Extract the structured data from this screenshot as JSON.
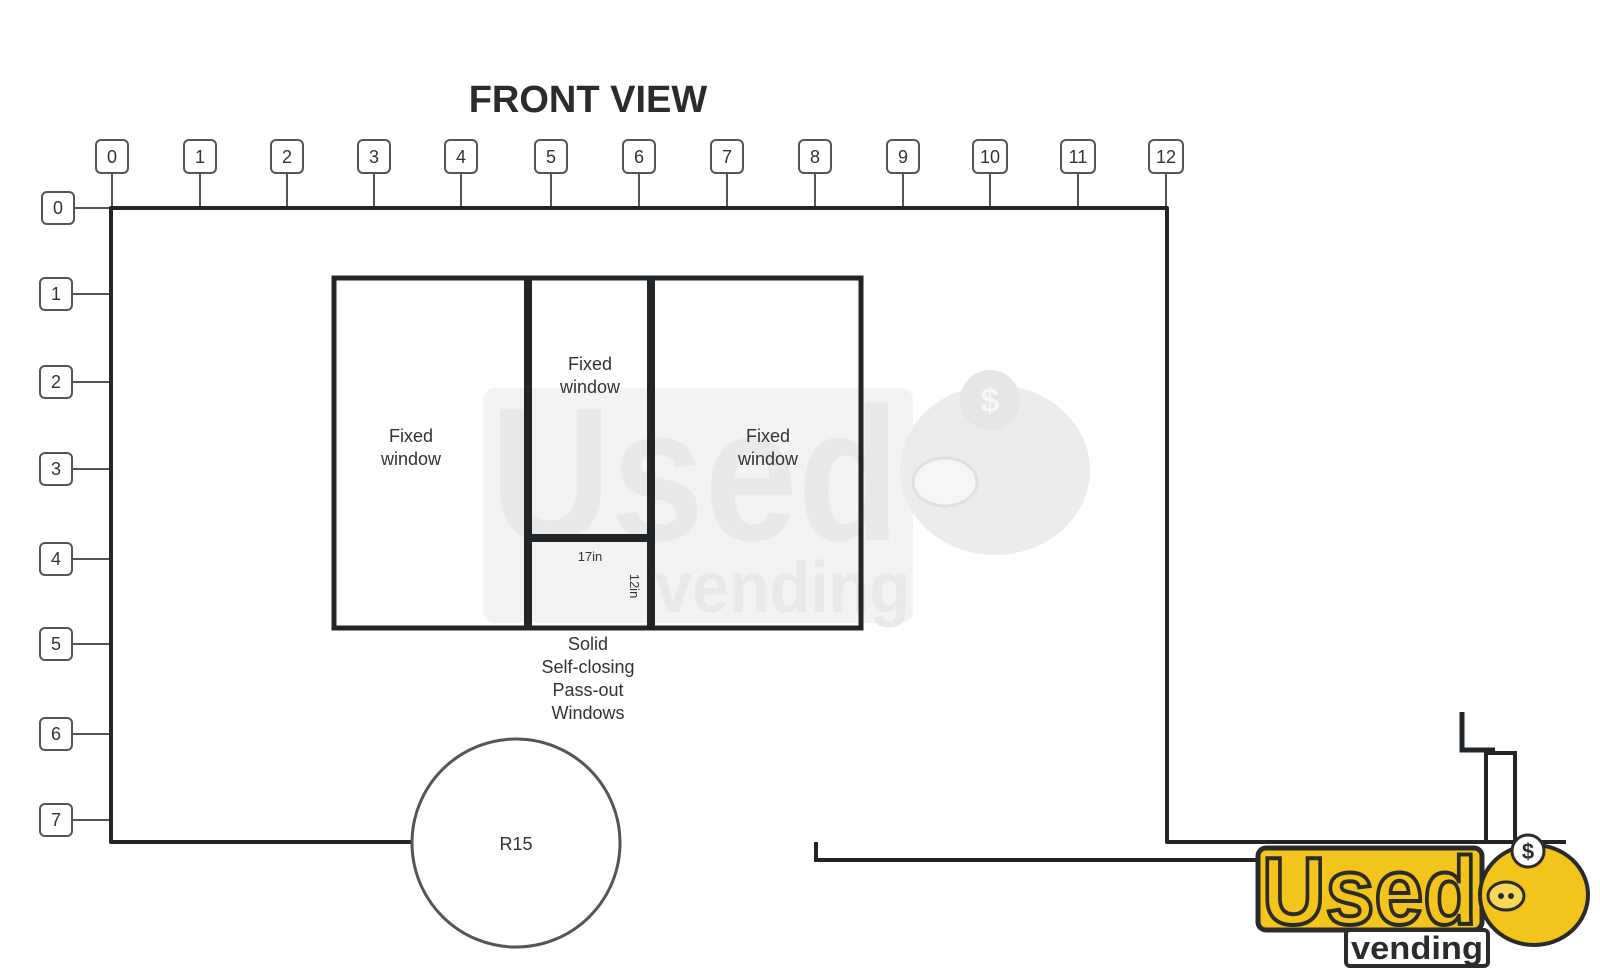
{
  "title": "FRONT VIEW",
  "ruler": {
    "top": [
      "0",
      "1",
      "2",
      "3",
      "4",
      "5",
      "6",
      "7",
      "8",
      "9",
      "10",
      "11",
      "12"
    ],
    "left": [
      "0",
      "1",
      "2",
      "3",
      "4",
      "5",
      "6",
      "7"
    ]
  },
  "windows": {
    "left": {
      "line1": "Fixed",
      "line2": "window"
    },
    "center_top": {
      "line1": "Fixed",
      "line2": "window"
    },
    "right": {
      "line1": "Fixed",
      "line2": "window"
    },
    "pass_out_width": "17in",
    "pass_out_height": "12in",
    "pass_out_label": [
      "Solid",
      "Self-closing",
      "Pass-out",
      "Windows"
    ]
  },
  "wheel": {
    "label": "R15"
  },
  "watermark": {
    "word": "Used",
    "sub": "vending",
    "symbol": "$"
  },
  "logo": {
    "word": "Used",
    "sub": "vending",
    "symbol": "$"
  },
  "colors": {
    "stroke": "#222528",
    "box_stroke": "#555555",
    "logo_yellow": "#f2c41c",
    "logo_dark": "#2b2b2b",
    "watermark": "#ececec"
  }
}
